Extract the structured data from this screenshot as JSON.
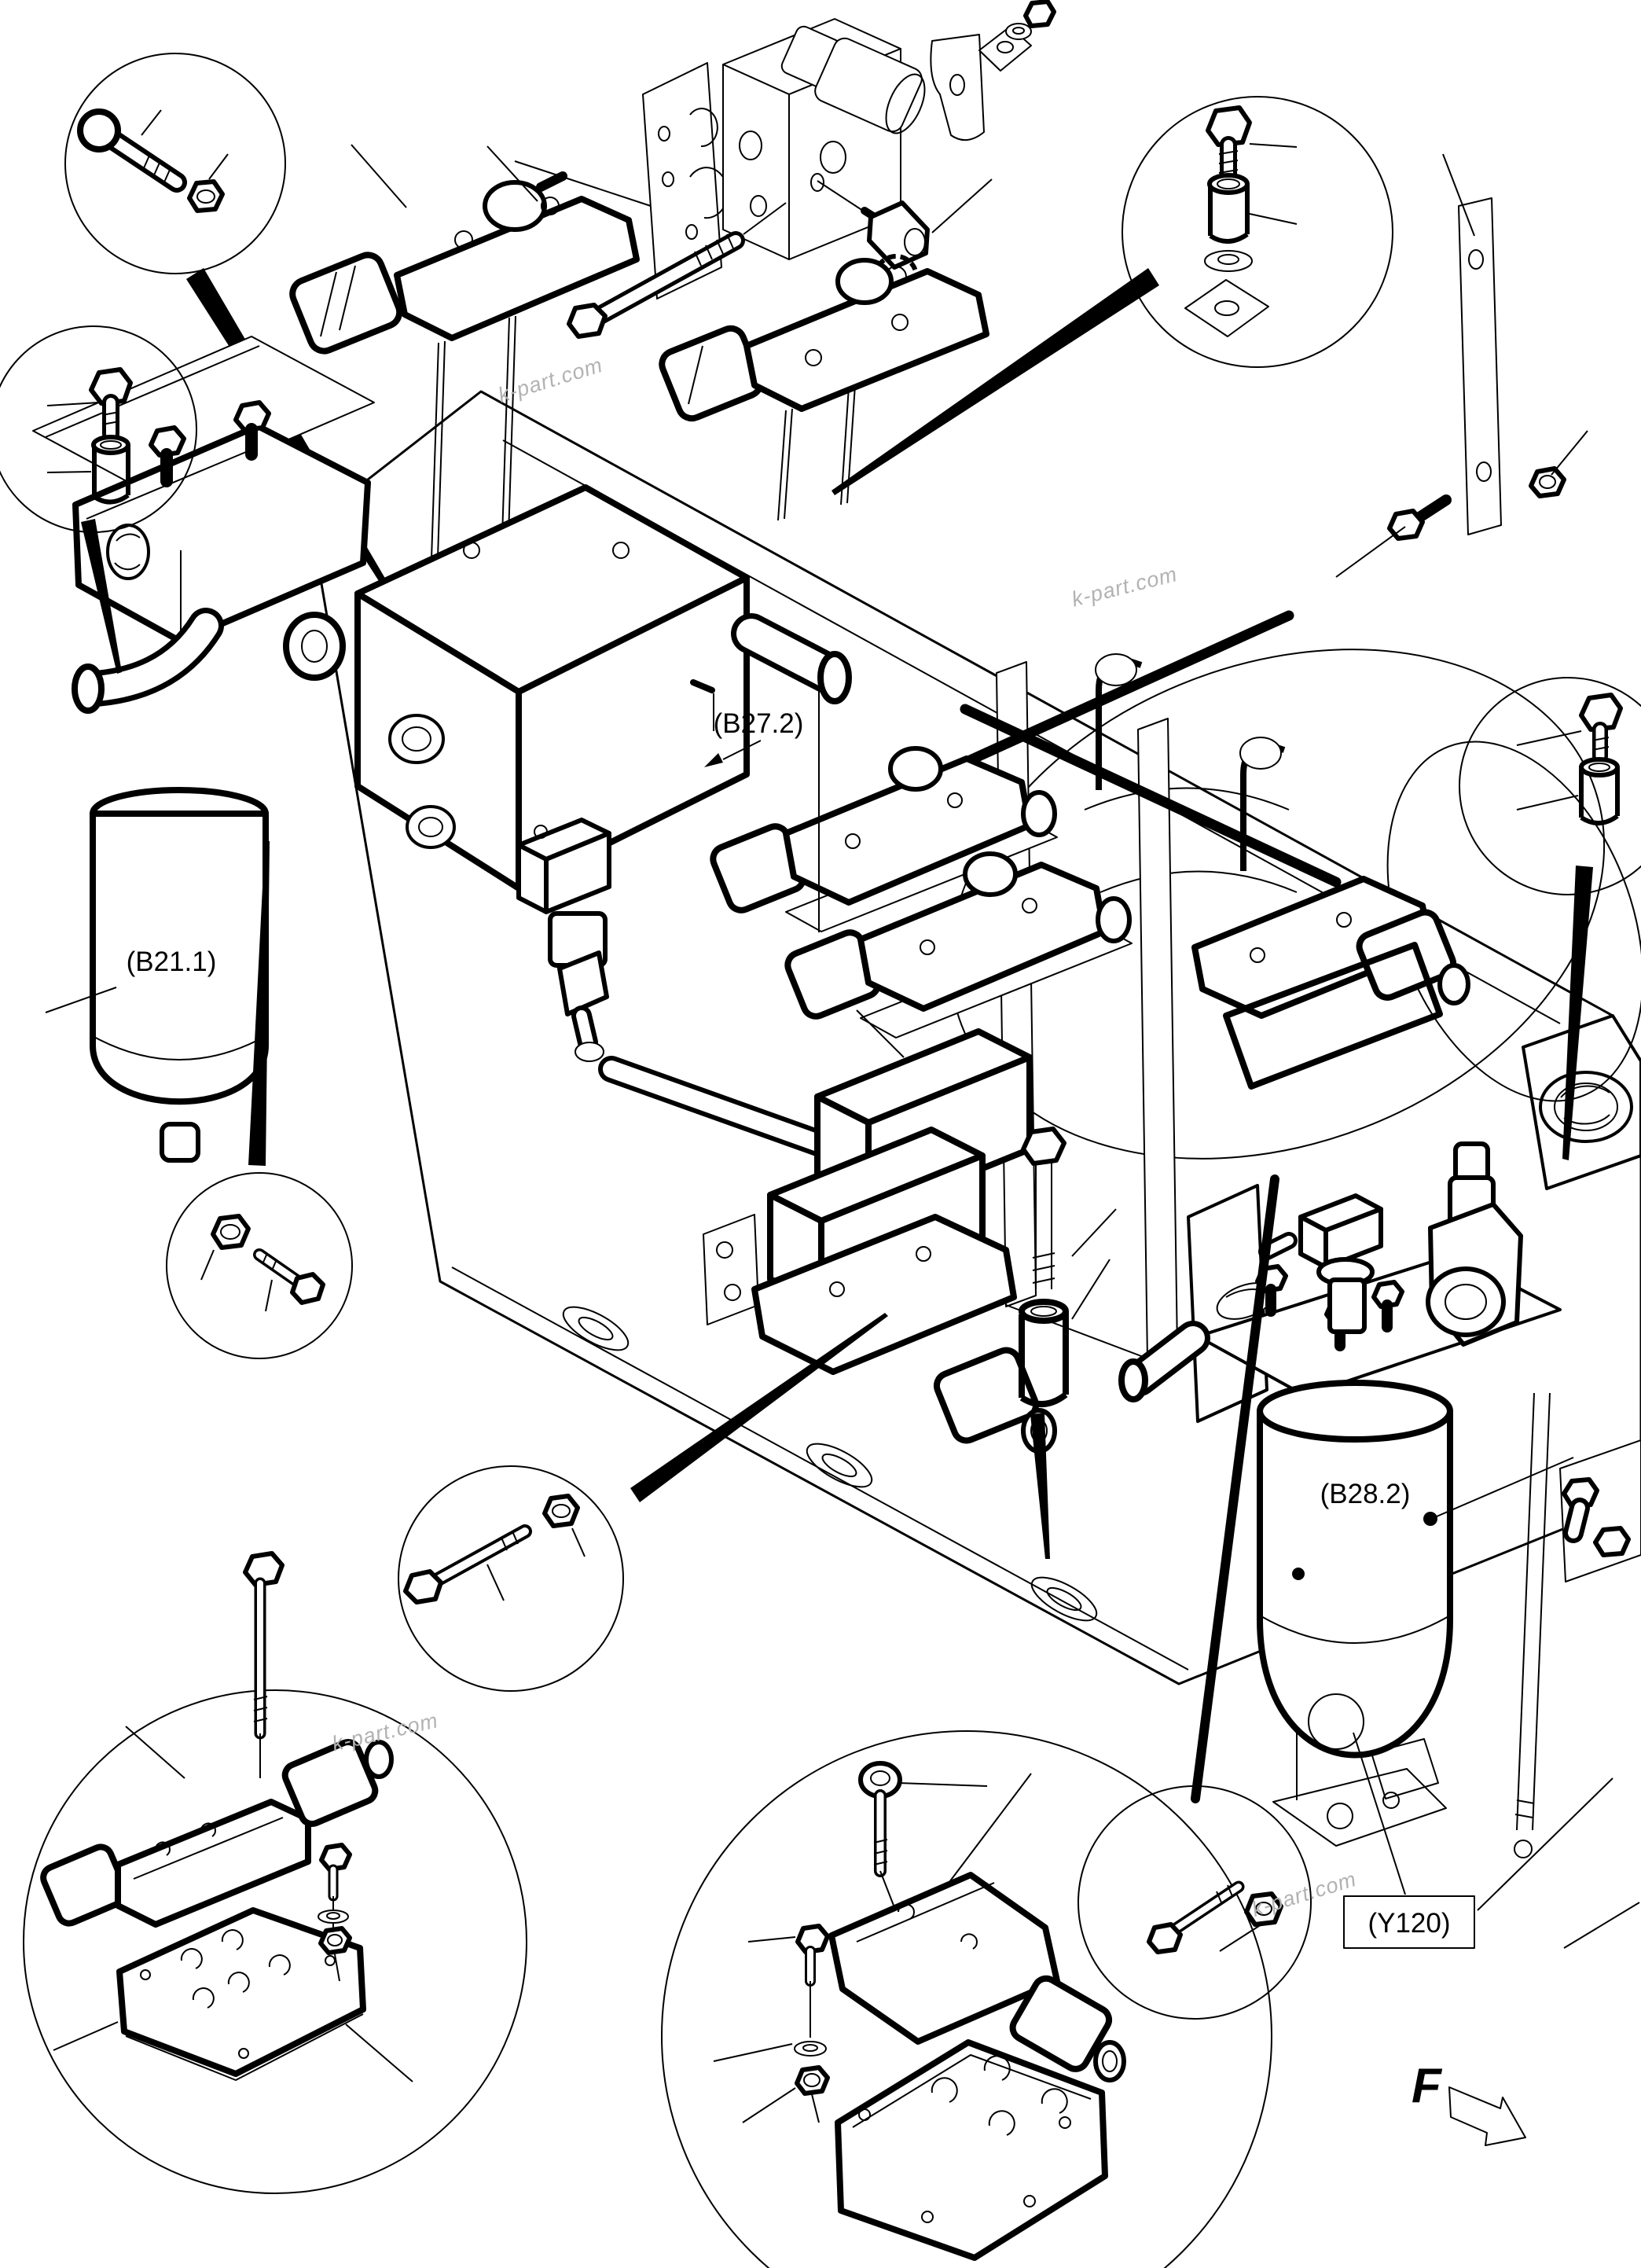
{
  "page": {
    "background": "#ffffff",
    "line_color": "#000000",
    "watermark_color": "#b2b2b2"
  },
  "labels": {
    "filter_left": "(B21.1)",
    "valve_center": "(B27.2)",
    "filter_right": "(B28.2)",
    "solenoid_boxed": "(Y120)"
  },
  "direction_marker": {
    "letter": "F"
  },
  "watermark": {
    "text": "k-part.com"
  }
}
